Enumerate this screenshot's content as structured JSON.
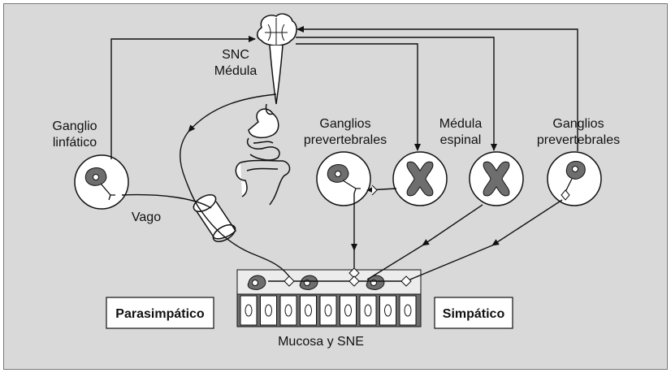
{
  "labels": {
    "cns_line1": "SNC",
    "cns_line2": "Médula",
    "lymph_line1": "Ganglio",
    "lymph_line2": "linfático",
    "preverteb1_line1": "Ganglios",
    "preverteb1_line2": "prevertebrales",
    "spinal_line1": "Médula",
    "spinal_line2": "espinal",
    "preverteb2_line1": "Ganglios",
    "preverteb2_line2": "prevertebrales",
    "vagus": "Vago",
    "mucosa": "Mucosa y SNE",
    "parasympathetic": "Parasimpático",
    "sympathetic": "Simpático"
  },
  "colors": {
    "background": "#d9d9d9",
    "neuron_fill": "#6e6e6e",
    "line": "#111111",
    "node_fill": "#ffffff"
  }
}
